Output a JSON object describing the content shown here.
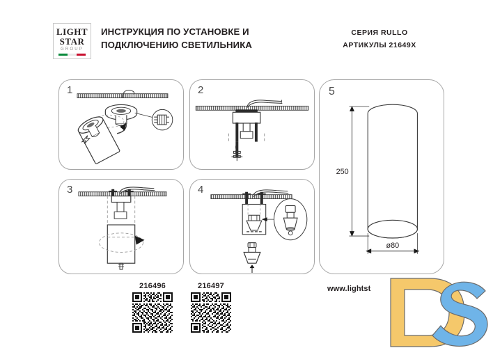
{
  "document": {
    "logo": {
      "line1": "LIGHT",
      "line2": "STAR",
      "line3": "GROUP",
      "flag_colors": [
        "#0a8a3c",
        "#e9e9e9",
        "#c8102e"
      ]
    },
    "title": "ИНСТРУКЦИЯ ПО УСТАНОВКЕ И ПОДКЛЮЧЕНИЮ СВЕТИЛЬНИКА",
    "series_line1": "СЕРИЯ RULLO",
    "series_line2": "АРТИКУЛЫ 21649X",
    "website": "www.lightst",
    "ink_color": "#231f20",
    "line_color": "#3a3a3a",
    "panel_border_color": "#a6a6a6"
  },
  "panels": [
    {
      "number": "1",
      "name": "panel-connect-terminal",
      "caption": ""
    },
    {
      "number": "2",
      "name": "panel-mount-base",
      "caption": ""
    },
    {
      "number": "3",
      "name": "panel-attach-body",
      "caption": ""
    },
    {
      "number": "4",
      "name": "panel-insert-lamp",
      "caption": ""
    },
    {
      "number": "5",
      "name": "panel-dimensions",
      "caption": "",
      "dimensions": {
        "height": "250",
        "diameter": "ø80"
      }
    }
  ],
  "codes": [
    {
      "label": "216496"
    },
    {
      "label": "216497"
    }
  ],
  "watermark": {
    "letter_d": "D",
    "letter_s": "S",
    "color_d": "#F5C86B",
    "color_s": "#6FB4E8",
    "outline": "#6b6b6b"
  }
}
